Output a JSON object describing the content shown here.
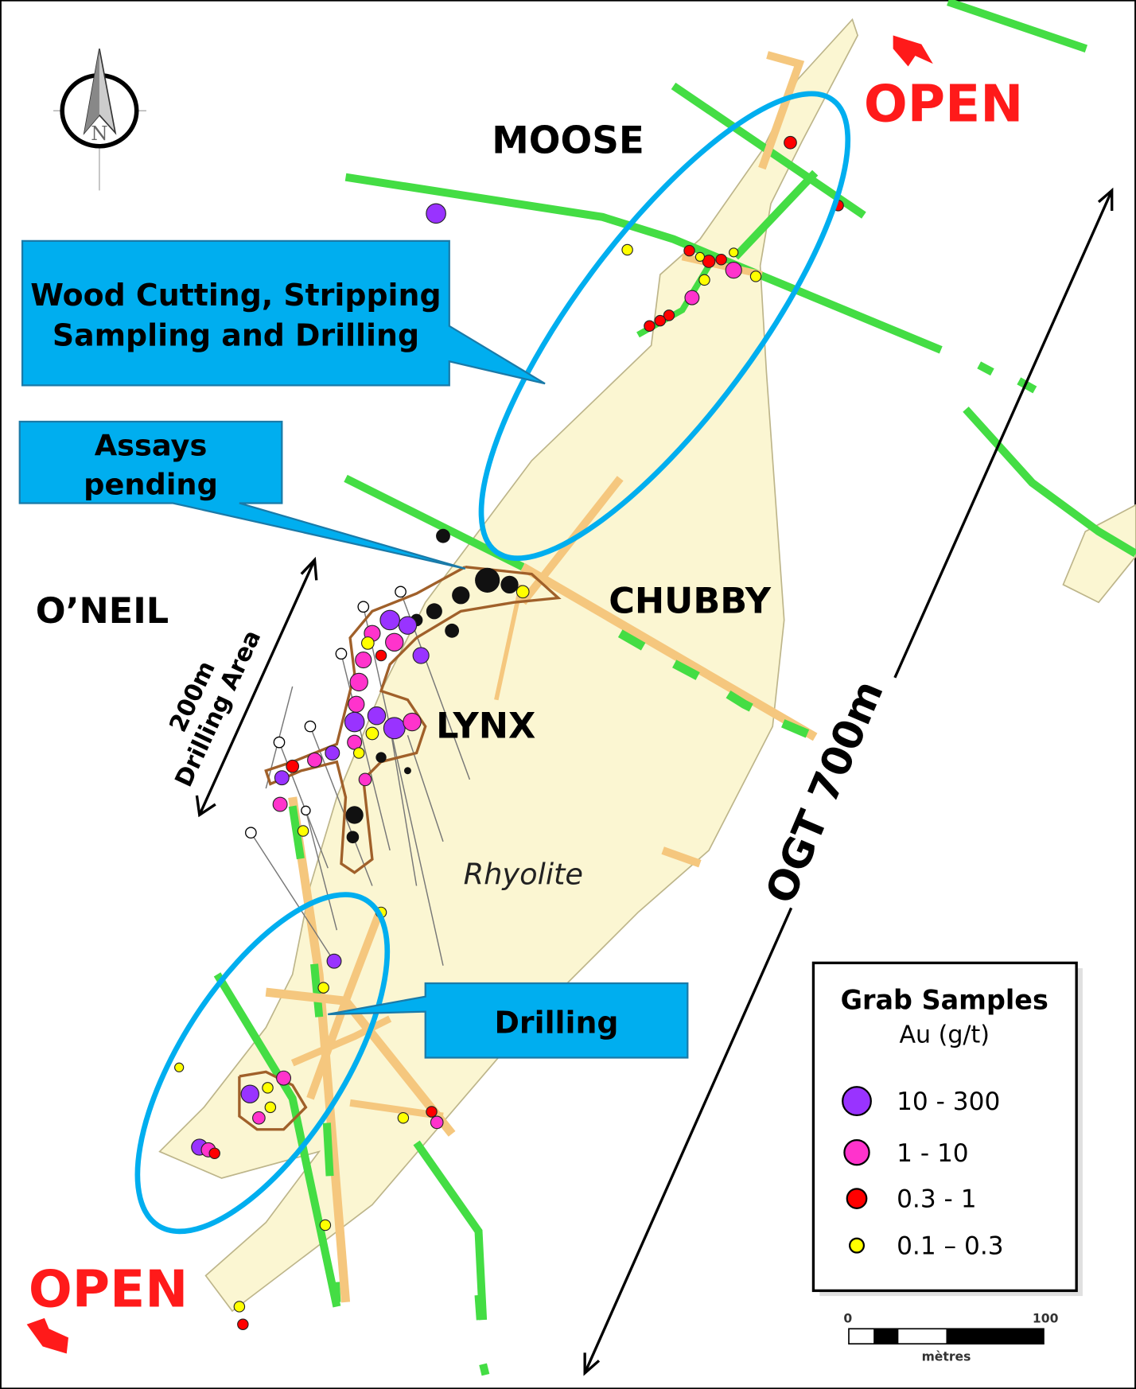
{
  "labels": {
    "moose": "MOOSE",
    "oneil": "O’NEIL",
    "chubby": "CHUBBY",
    "lynx": "LYNX",
    "rhyolite": "Rhyolite",
    "open_top": "OPEN",
    "open_bottom": "OPEN",
    "drilling_area_1": "200m",
    "drilling_area_2": "Drilling Area",
    "ogt": "OGT 700m",
    "compass_n": "N"
  },
  "callouts": {
    "wood_line1": "Wood Cutting, Stripping",
    "wood_line2": "Sampling and Drilling",
    "assays_line1": "Assays",
    "assays_line2": "pending",
    "drilling": "Drilling"
  },
  "legend": {
    "title": "Grab Samples",
    "subtitle": "Au (g/t)",
    "items": [
      {
        "label": "10 - 300",
        "color": "#9933ff"
      },
      {
        "label": "1 - 10",
        "color": "#ff33cc"
      },
      {
        "label": "0.3 - 1",
        "color": "#ff0000"
      },
      {
        "label": "0.1 – 0.3",
        "color": "#ffff00"
      }
    ]
  },
  "scale": {
    "start": "0",
    "end": "100",
    "unit": "mètres"
  },
  "colors": {
    "callout": "#00aeef",
    "ellipse": "#00aeef",
    "rhyolite": "#fbf6d2",
    "trench": "#44dd44",
    "channel": "#f5c77e",
    "open": "#ff1a1a"
  }
}
